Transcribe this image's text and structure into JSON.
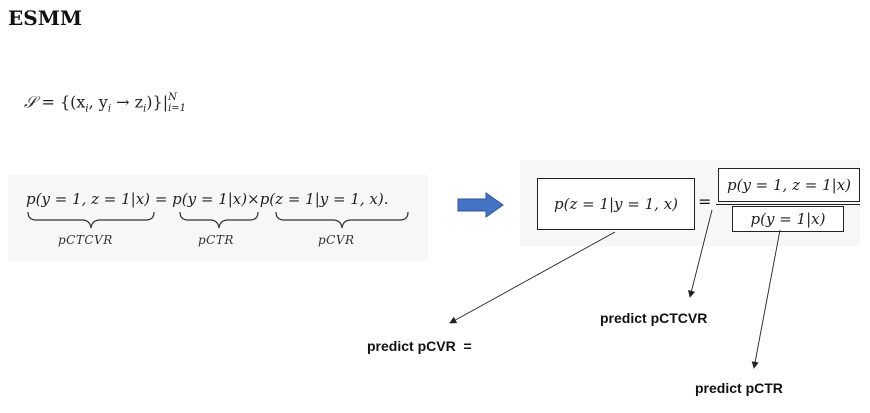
{
  "title": "ESMM",
  "set_definition": {
    "lhs": "𝒮",
    "body": "= {(x",
    "i1": "i",
    "mid": ", y",
    "i2": "i",
    "arrow": " → z",
    "i3": "i",
    "close": ")}|",
    "sup": "N",
    "sub": "i=1"
  },
  "equation": {
    "term_pctcvr": "p(y = 1, z = 1|x)",
    "equals": "=",
    "term_pctr": "p(y = 1|x)",
    "times": "×",
    "term_pcvr": "p(z = 1|y = 1, x)",
    "period": ".",
    "label_pctcvr": "pCTCVR",
    "label_pctr": "pCTR",
    "label_pcvr": "pCVR"
  },
  "derived": {
    "lhs": "p(z = 1|y = 1, x)",
    "equals": "=",
    "numerator": "p(y = 1, z = 1|x)",
    "denominator": "p(y = 1|x)"
  },
  "annotations": {
    "predict_pcvr": "predict pCVR",
    "predict_pcvr_eq": "=",
    "predict_pctcvr": "predict pCTCVR",
    "predict_pctr": "predict pCTR"
  },
  "colors": {
    "arrow_fill": "#4472c4",
    "arrow_stroke": "#2f5597",
    "panel_bg": "#f7f7f7"
  }
}
